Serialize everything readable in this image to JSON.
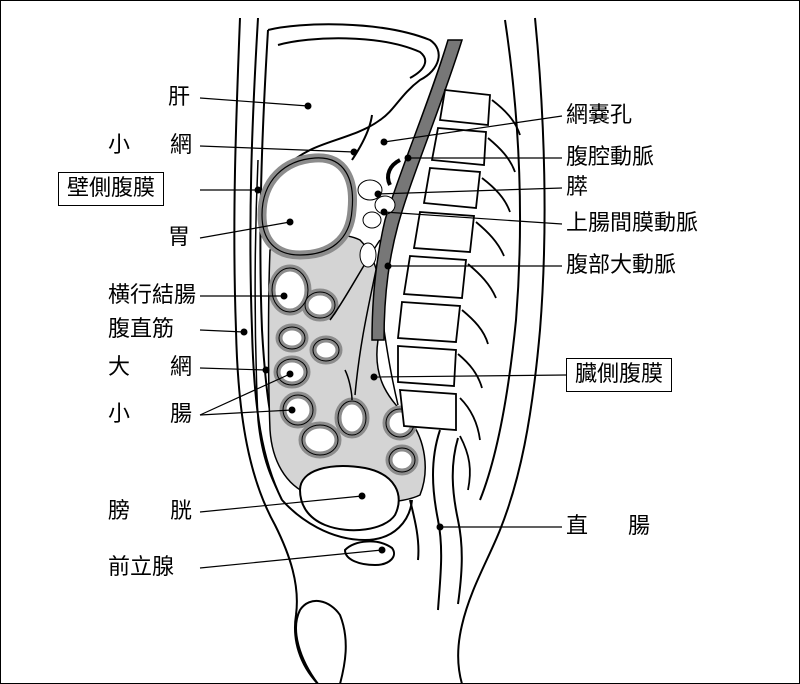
{
  "labels": {
    "liver": "肝",
    "lesser_omentum_1": "小",
    "lesser_omentum_2": "網",
    "parietal_peritoneum": "壁側腹膜",
    "stomach": "胃",
    "transverse_colon": "横行結腸",
    "rectus_abdominis": "腹直筋",
    "greater_omentum_1": "大",
    "greater_omentum_2": "網",
    "small_intestine_1": "小",
    "small_intestine_2": "腸",
    "bladder_1": "膀",
    "bladder_2": "胱",
    "prostate": "前立腺",
    "omental_foramen": "網嚢孔",
    "celiac_artery": "腹腔動脈",
    "pancreas": "膵",
    "superior_mesenteric_artery": "上腸間膜動脈",
    "abdominal_aorta": "腹部大動脈",
    "visceral_peritoneum": "臓側腹膜",
    "rectum_1": "直",
    "rectum_2": "腸"
  },
  "colors": {
    "line": "#000000",
    "peritoneal_fill": "#d4d4d4",
    "organ_ring": "#8c8c8c",
    "vessel": "#777777",
    "background": "#ffffff"
  }
}
